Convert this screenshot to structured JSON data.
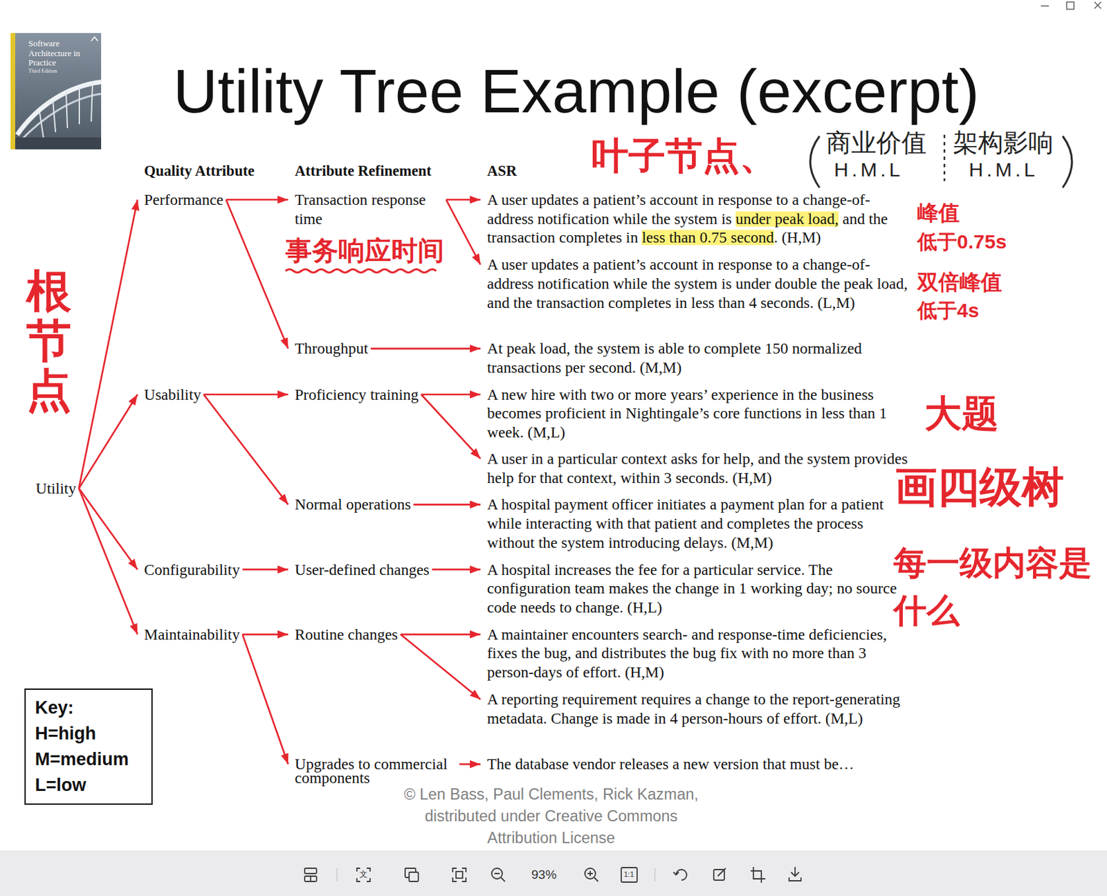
{
  "diagram": {
    "title": "Utility Tree Example (excerpt)",
    "caption": "© Len Bass, Paul Clements, Rick Kazman, distributed under Creative Commons Attribution License",
    "nodes": [
      {
        "text": [
          "Software Architecture in Practice",
          "Third Edition"
        ]
      },
      {
        "text": [
          "Utility"
        ]
      },
      {
        "text": [
          "Performance"
        ]
      },
      {
        "text": [
          "Transaction response time"
        ]
      },
      {
        "text": [
          "A user updates a patient’s account in response to a change-of-address notification while the system is under peak load, and the transaction completes in less than 0.75 second. (H,M)"
        ]
      },
      {
        "text": [
          "A user updates a patient’s account in response to a change-of-address notification while the system is under double the peak load, and the transaction completes in less than 4 seconds. (L,M)"
        ]
      },
      {
        "text": [
          "Throughput"
        ]
      },
      {
        "text": [
          "At peak load, the system is able to complete 150 normalized transactions per second. (M,M)"
        ]
      },
      {
        "text": [
          "Usability"
        ]
      },
      {
        "text": [
          "Proficiency training"
        ]
      },
      {
        "text": [
          "A new hire with two or more years’ experience in the business becomes proficient in Nightingale’s core functions in less than 1 week. (M,L)"
        ]
      },
      {
        "text": [
          "A user in a particular context asks for help, and the system provides help for that context, within 3 seconds. (H,M)"
        ]
      },
      {
        "text": [
          "Normal operations"
        ]
      },
      {
        "text": [
          "A hospital payment officer initiates a payment plan for a patient while interacting with that patient and completes the process without the system introducing delays. (M,M)"
        ]
      },
      {
        "text": [
          "Configurability"
        ]
      },
      {
        "text": [
          "User-defined changes"
        ]
      },
      {
        "text": [
          "A hospital increases the fee for a particular service. The configuration team makes the change in 1 working day; no source code needs to change. (H,L)"
        ]
      },
      {
        "text": [
          "Maintainability"
        ]
      },
      {
        "text": [
          "Routine changes"
        ]
      },
      {
        "text": [
          "A maintainer encounters search- and response-time deficiencies, fixes the bug, and distributes the bug fix with no more than 3 person-days of effort. (H,M)"
        ]
      },
      {
        "text": [
          "A reporting requirement requires a change to the report-generating metadata. Change is made in 4 person-hours of effort. (M,L)"
        ]
      },
      {
        "text": [
          "Upgrades to commercial components"
        ]
      },
      {
        "text": [
          "The database vendor releases a new version that must be…"
        ]
      },
      {
        "text": [
          "Key:",
          "H=high",
          "M=medium",
          "L=low"
        ]
      }
    ],
    "edges": [
      {
        "from": 1,
        "to": 2,
        "arrow": "to"
      },
      {
        "from": 1,
        "to": 8,
        "arrow": "to"
      },
      {
        "from": 1,
        "to": 14,
        "arrow": "to"
      },
      {
        "from": 1,
        "to": 17,
        "arrow": "to"
      },
      {
        "from": 2,
        "to": 3,
        "arrow": "to"
      },
      {
        "from": 2,
        "to": 6,
        "arrow": "to"
      },
      {
        "from": 3,
        "to": 4,
        "arrow": "to"
      },
      {
        "from": 3,
        "to": 5,
        "arrow": "to"
      },
      {
        "from": 6,
        "to": 7,
        "arrow": "to"
      },
      {
        "from": 8,
        "to": 9,
        "arrow": "to"
      },
      {
        "from": 8,
        "to": 12,
        "arrow": "to"
      },
      {
        "from": 9,
        "to": 10,
        "arrow": "to"
      },
      {
        "from": 9,
        "to": 11,
        "arrow": "to"
      },
      {
        "from": 12,
        "to": 13,
        "arrow": "to"
      },
      {
        "from": 14,
        "to": 15,
        "arrow": "to"
      },
      {
        "from": 15,
        "to": 16,
        "arrow": "to"
      },
      {
        "from": 17,
        "to": 18,
        "arrow": "to"
      },
      {
        "from": 17,
        "to": 21,
        "arrow": "to"
      },
      {
        "from": 18,
        "to": 19,
        "arrow": "to"
      },
      {
        "from": 18,
        "to": 20,
        "arrow": "to"
      },
      {
        "from": 21,
        "to": 22,
        "arrow": "to"
      }
    ],
    "labels": [
      "Quality Attribute",
      "Attribute Refinement",
      "ASR",
      "叶子节点、",
      "商业价值",
      "H.M.L",
      "架构影响",
      "H.M.L",
      "根节点",
      "事务响应时间",
      "峰值",
      "低于0.75s",
      "双倍峰值",
      "低于4s",
      "大题",
      "画四级树",
      "每一级内容是什么",
      "文",
      "93%",
      "1:1"
    ]
  }
}
